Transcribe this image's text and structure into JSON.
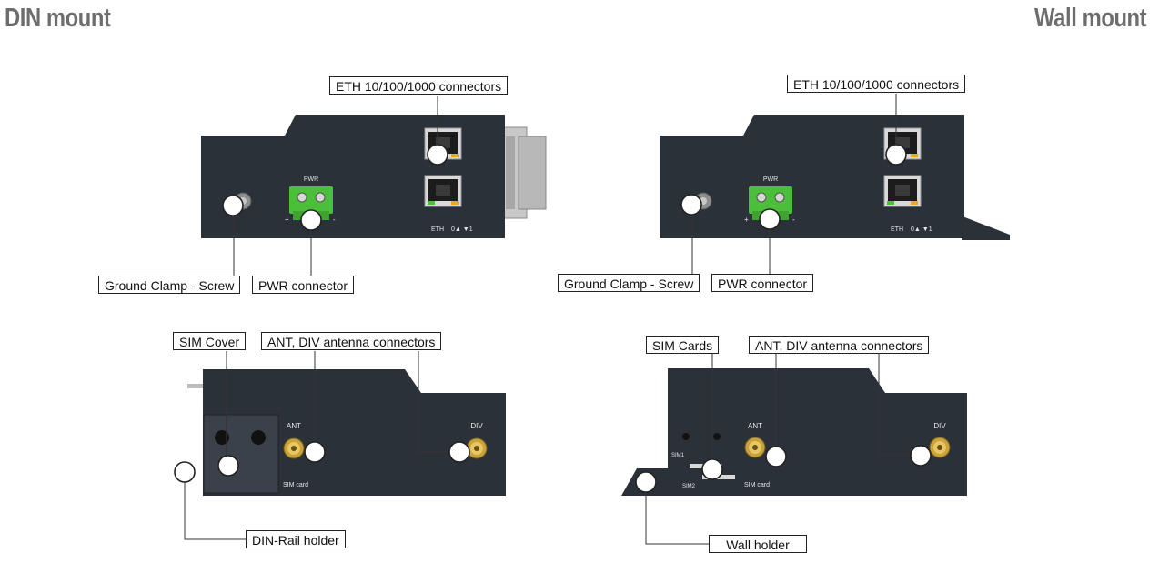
{
  "headings": {
    "din": "DIN mount",
    "wall": "Wall mount"
  },
  "labels": {
    "eth_left": "ETH 10/100/1000 connectors",
    "eth_right": "ETH 10/100/1000 connectors",
    "ground_left": "Ground Clamp - Screw",
    "ground_right": "Ground Clamp - Screw",
    "pwr_left": "PWR connector",
    "pwr_right": "PWR connector",
    "sim_cover": "SIM Cover",
    "sim_cards": "SIM Cards",
    "ant_left": "ANT, DIV antenna connectors",
    "ant_right": "ANT, DIV antenna connectors",
    "din_rail": "DIN-Rail holder",
    "wall_holder": "Wall holder"
  },
  "device_text": {
    "pwr": "PWR",
    "plus": "+",
    "minus": "-",
    "eth": "ETH",
    "eth_ports": "0▲  ▼1",
    "ant": "ANT",
    "div": "DIV",
    "sim_card": "SIM card",
    "sim1": "SIM1",
    "sim2": "SIM2"
  },
  "colors": {
    "heading": "#6d6d6d",
    "device_body": "#2b3139",
    "pwr_connector": "#4cbf3a",
    "callout_line": "#333333",
    "marker_fill": "#ffffff"
  }
}
